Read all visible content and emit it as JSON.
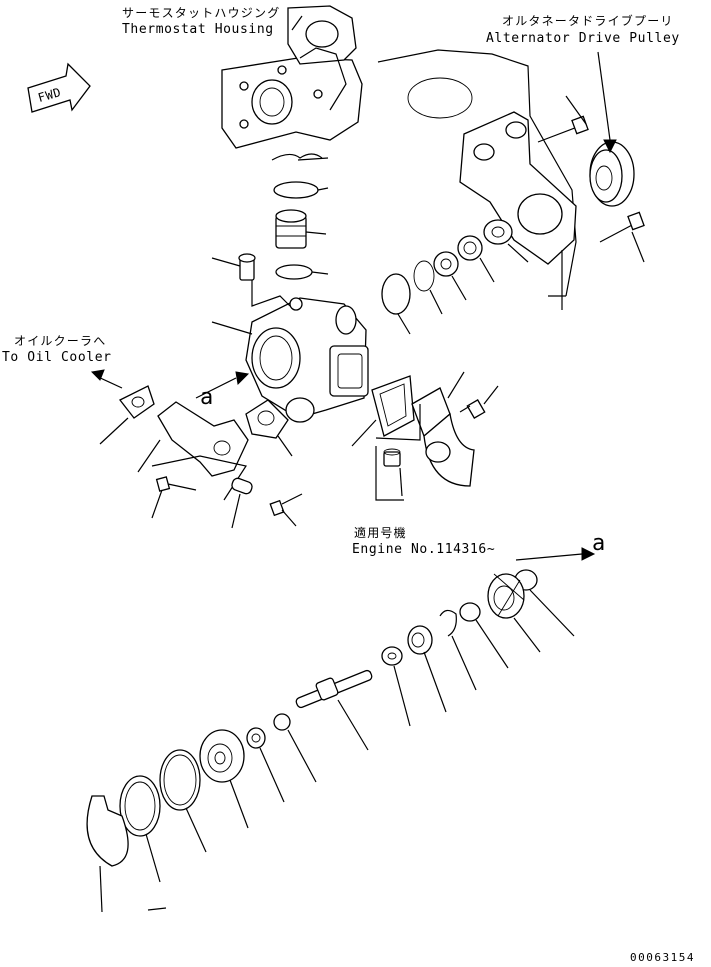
{
  "labels": {
    "thermostat_housing_jp": "サーモスタットハウジング",
    "thermostat_housing_en": "Thermostat Housing",
    "alternator_pulley_jp": "オルタネータドライブプーリ",
    "alternator_pulley_en": "Alternator Drive Pulley",
    "oil_cooler_jp": "オイルクーラへ",
    "oil_cooler_en": "To Oil Cooler",
    "applicable_jp": "適用号機",
    "engine_no": "Engine No.114316~",
    "ref_a_upper": "a",
    "ref_a_lower": "a",
    "fwd": "FWD",
    "drawing_number": "00063154"
  }
}
